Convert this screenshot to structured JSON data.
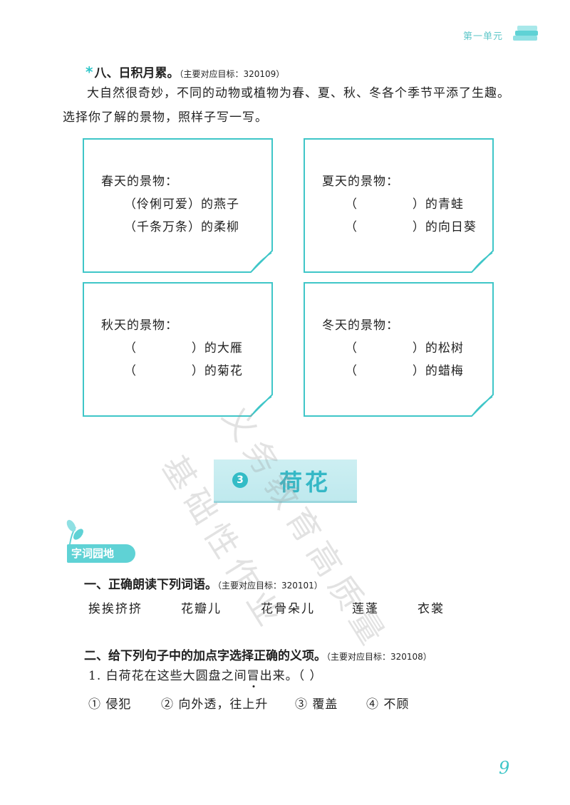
{
  "header": {
    "unit_tag": "第一单元"
  },
  "section8": {
    "title": "八、日积月累。",
    "target": "（主要对应目标：320109）",
    "para_line1": "大自然很奇妙，不同的动物或植物为春、夏、秋、冬各个季节平添了生趣。",
    "para_line2": "选择你了解的景物，照样子写一写。",
    "cards": [
      {
        "title": "春天的景物：",
        "line1": "（伶俐可爱）的燕子",
        "line2": "（千条万条）的柔柳"
      },
      {
        "title": "夏天的景物：",
        "line1": "（            ）的青蛙",
        "line2": "（            ）的向日葵"
      },
      {
        "title": "秋天的景物：",
        "line1": "（            ）的大雁",
        "line2": "（            ）的菊花"
      },
      {
        "title": "冬天的景物：",
        "line1": "（            ）的松树",
        "line2": "（            ）的蜡梅"
      }
    ]
  },
  "lesson": {
    "number": "3",
    "title": "荷花"
  },
  "ziciyuan_label": "字词园地",
  "q1": {
    "title": "一、正确朗读下列词语。",
    "target": "（主要对应目标：320101）",
    "words": [
      "挨挨挤挤",
      "花瓣儿",
      "花骨朵儿",
      "莲蓬",
      "衣裳"
    ]
  },
  "q2": {
    "title": "二、给下列句子中的加点字选择正确的义项。",
    "target": "（主要对应目标：320108）",
    "sentence_pre": "1. 白荷花在这些大圆盘之间",
    "sentence_dot": "冒",
    "sentence_post": "出来。（        ）",
    "options": [
      "① 侵犯",
      "② 向外透，往上升",
      "③ 覆盖",
      "④ 不顾"
    ]
  },
  "watermark": [
    "义务教育高质量",
    "基础性作业"
  ],
  "page_number": "9"
}
